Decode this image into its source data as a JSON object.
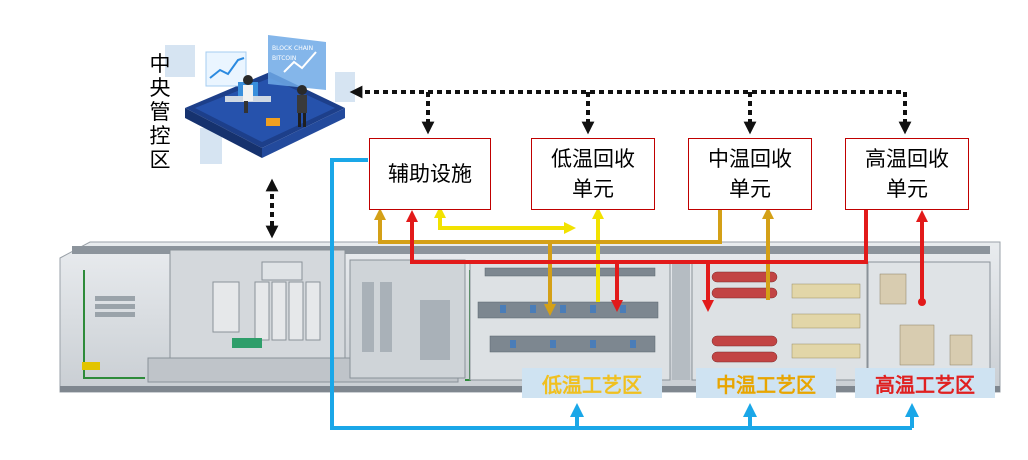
{
  "control": {
    "label": "中央管控区"
  },
  "screen_texts": {
    "line1": "BLOCK CHAIN",
    "line2": "BITCOIN"
  },
  "units": [
    {
      "id": "aux",
      "line1": "辅助设施",
      "line2": ""
    },
    {
      "id": "low",
      "line1": "低温回收",
      "line2": "单元"
    },
    {
      "id": "mid",
      "line1": "中温回收",
      "line2": "单元"
    },
    {
      "id": "high",
      "line1": "高温回收",
      "line2": "单元"
    }
  ],
  "zones": [
    {
      "id": "low",
      "label": "低温工艺区",
      "color": "#f0c020",
      "bg": "#cfe3f2"
    },
    {
      "id": "mid",
      "label": "中温工艺区",
      "color": "#e8a500",
      "bg": "#cfe3f2"
    },
    {
      "id": "high",
      "label": "高温工艺区",
      "color": "#e02020",
      "bg": "#cfe3f2"
    }
  ],
  "colors": {
    "signal": "#111111",
    "feedback": "#1aa7e8",
    "low_flow": "#ffee00",
    "mid_flow": "#d4a017",
    "high_flow": "#e21a1a",
    "box_border": "#c00000"
  }
}
